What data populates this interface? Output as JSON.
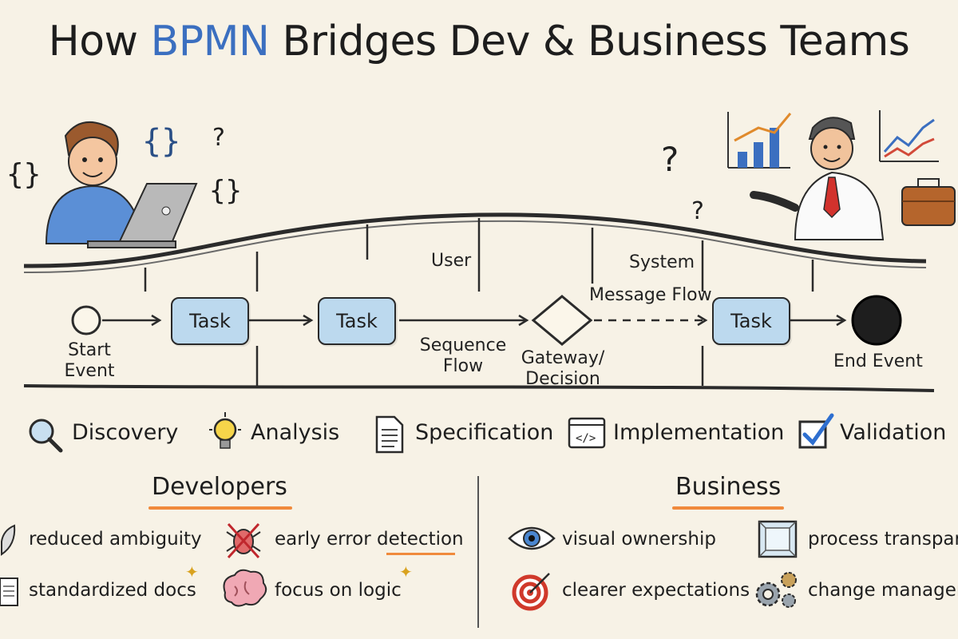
{
  "title": {
    "prefix": "How ",
    "highlight": "BPMN",
    "suffix": " Bridges Dev & Business Teams"
  },
  "lanes": {
    "top_label": "User",
    "bottom_label": "System"
  },
  "flow": {
    "start_event": "Start\nEvent",
    "task_1": "Task",
    "task_2": "Task",
    "sequence_flow": "Sequence\nFlow",
    "gateway": "Gateway/\nDecision",
    "message_flow": "Message Flow",
    "task_3": "Task",
    "end_event": "End Event"
  },
  "phases": [
    {
      "label": "Discovery",
      "icon": "magnifier-icon"
    },
    {
      "label": "Analysis",
      "icon": "lightbulb-icon"
    },
    {
      "label": "Specification",
      "icon": "document-icon"
    },
    {
      "label": "Implementation",
      "icon": "code-window-icon"
    },
    {
      "label": "Validation",
      "icon": "checkbox-icon"
    }
  ],
  "developers": {
    "title": "Developers",
    "items": [
      {
        "label": "reduced ambiguity",
        "icon": "feather-icon"
      },
      {
        "label": "early error detection",
        "icon": "bug-icon"
      },
      {
        "label": "standardized docs",
        "icon": "book-icon"
      },
      {
        "label": "focus on logic",
        "icon": "brain-icon"
      }
    ]
  },
  "business": {
    "title": "Business",
    "items": [
      {
        "label": "visual ownership",
        "icon": "eye-icon"
      },
      {
        "label": "process transpare",
        "icon": "frame-icon"
      },
      {
        "label": "clearer expectations",
        "icon": "target-icon"
      },
      {
        "label": "change manageme",
        "icon": "gears-icon"
      }
    ]
  },
  "colors": {
    "background": "#f7f2e6",
    "task_fill": "#bcd9ee",
    "highlight_blue": "#3b6fc0",
    "underline_orange": "#f08a3c"
  }
}
